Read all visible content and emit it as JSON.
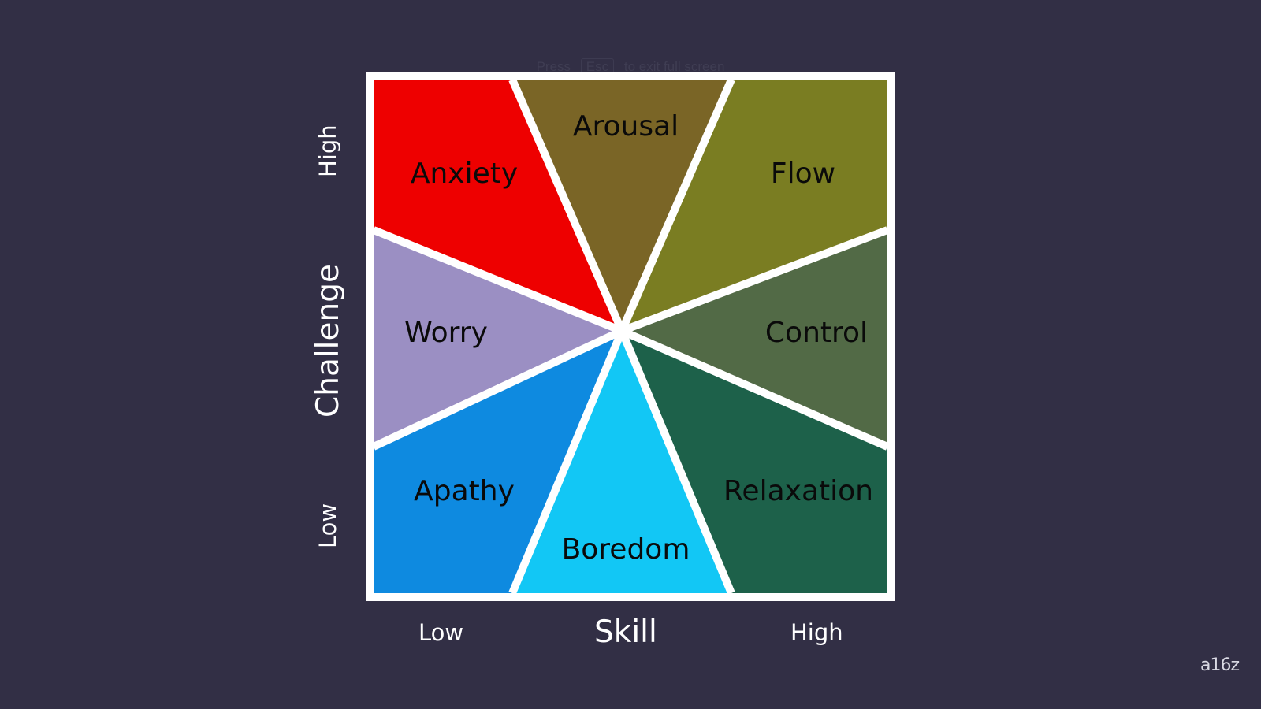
{
  "overlay": {
    "hint_prefix": "Press",
    "hint_key": "Esc",
    "hint_suffix": "to exit full screen"
  },
  "diagram": {
    "segments": [
      {
        "id": "anxiety",
        "label": "Anxiety",
        "color": "#ee0000"
      },
      {
        "id": "arousal",
        "label": "Arousal",
        "color": "#7a6526"
      },
      {
        "id": "flow",
        "label": "Flow",
        "color": "#7a7d22"
      },
      {
        "id": "control",
        "label": "Control",
        "color": "#526a46"
      },
      {
        "id": "relaxation",
        "label": "Relaxation",
        "color": "#1d614a"
      },
      {
        "id": "boredom",
        "label": "Boredom",
        "color": "#12c7f5"
      },
      {
        "id": "apathy",
        "label": "Apathy",
        "color": "#0e8ae0"
      },
      {
        "id": "worry",
        "label": "Worry",
        "color": "#9b8fc3"
      }
    ],
    "divider_color": "#ffffff"
  },
  "axes": {
    "x_title": "Skill",
    "x_low": "Low",
    "x_high": "High",
    "y_title": "Challenge",
    "y_low": "Low",
    "y_high": "High"
  },
  "brand": {
    "logo_text": "a16z"
  },
  "colors": {
    "background": "#322f45",
    "axis_text": "#ffffff"
  }
}
